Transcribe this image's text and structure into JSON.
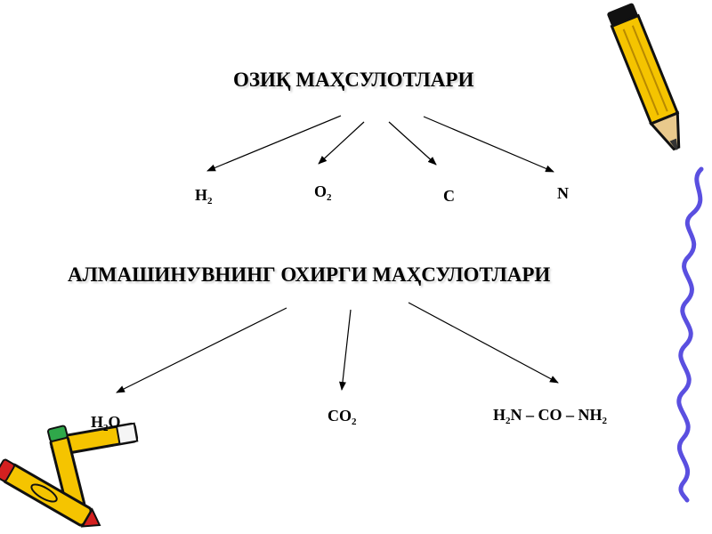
{
  "top_heading": "ОЗИҚ МАҲСУЛОТЛАРИ",
  "bottom_heading": "АЛМАШИНУВНИНГ ОХИРГИ МАҲСУЛОТЛАРИ",
  "nutrient_elements": [
    {
      "symbol": "H",
      "subscript": "2"
    },
    {
      "symbol": "O",
      "subscript": "2"
    },
    {
      "symbol": "C"
    },
    {
      "symbol": "N"
    }
  ],
  "end_products": [
    {
      "parts": [
        "H",
        "2",
        "O"
      ]
    },
    {
      "parts": [
        "CO",
        "2"
      ]
    },
    {
      "parts": [
        "H",
        "2",
        "N – CO – NH",
        "2"
      ]
    }
  ],
  "decorations": [
    "pencil-icon",
    "crayons-icon",
    "squiggle-line"
  ],
  "colors": {
    "pencil_body": "#f5c400",
    "squiggle": "#5a4fe0",
    "crayon_red": "#d42020",
    "crayon_green": "#2fa84a"
  }
}
